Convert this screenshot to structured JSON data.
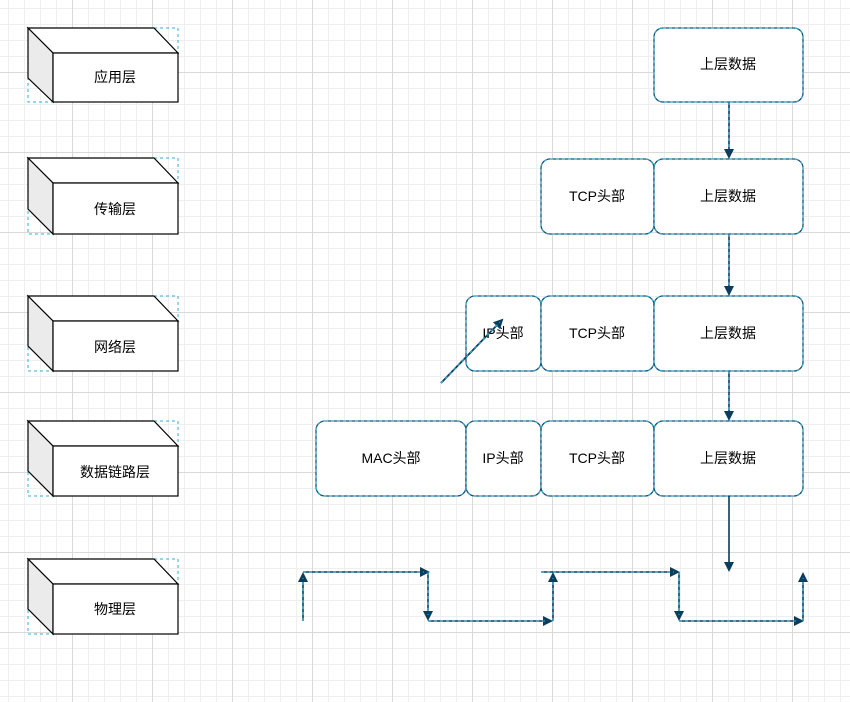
{
  "layers": {
    "application": "应用层",
    "transport": "传输层",
    "network": "网络层",
    "datalink": "数据链路层",
    "physical": "物理层"
  },
  "blocks": {
    "upper_data": "上层数据",
    "tcp_header": "TCP头部",
    "ip_header": "IP头部",
    "mac_header": "MAC头部"
  },
  "colors": {
    "box_stroke": "#1f4e6e",
    "arrow": "#0b3d5c",
    "selection_dash": "#2bb0d8",
    "cube_side": "#ebebeb"
  }
}
